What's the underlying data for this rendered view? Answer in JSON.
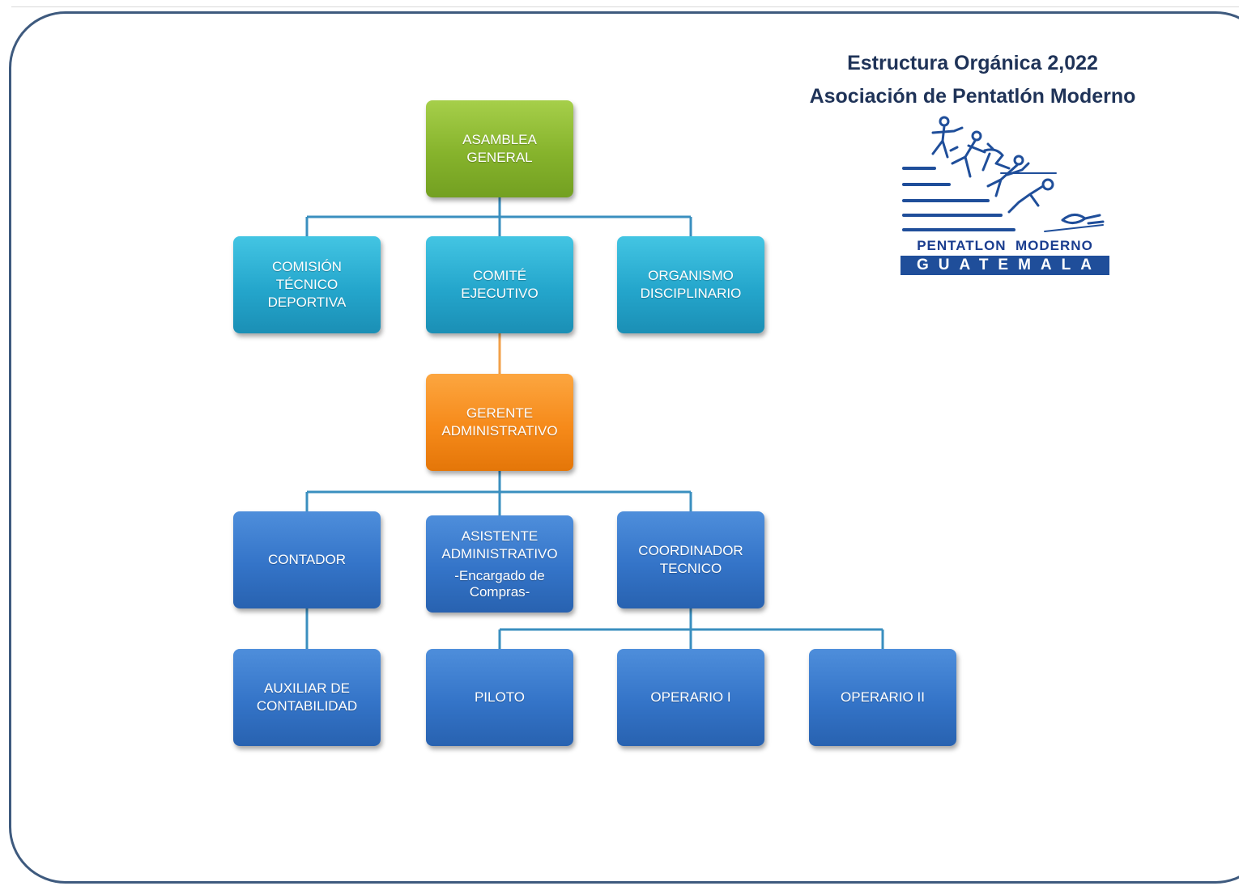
{
  "header": {
    "title_line1": "Estructura Orgánica 2,022",
    "title_line2": "Asociación de Pentatlón Moderno"
  },
  "logo": {
    "icon": "pentathlon-athletes-icon",
    "top_text": "PENTATLON  MODERNO",
    "band_text": "GUATEMALA"
  },
  "colors": {
    "green": "#86b32c",
    "cyan": "#24a6cc",
    "orange": "#f68a1a",
    "blue": "#3474c8",
    "connector": "#3a8fbf",
    "connector_orange": "#f2a04a",
    "title": "#1f3358"
  },
  "org": {
    "asamblea": {
      "line1": "ASAMBLEA",
      "line2": "GENERAL"
    },
    "comision": {
      "line1": "COMISIÓN",
      "line2": "TÉCNICO",
      "line3": "DEPORTIVA"
    },
    "comite": {
      "line1": "COMITÉ EJECUTIVO"
    },
    "organismo": {
      "line1": "ORGANISMO",
      "line2": "DISCIPLINARIO"
    },
    "gerente": {
      "line1": "GERENTE",
      "line2": "ADMINISTRATIVO"
    },
    "contador": {
      "line1": "CONTADOR"
    },
    "asistente": {
      "line1": "ASISTENTE",
      "line2": "ADMINISTRATIVO",
      "sub1": "-Encargado de",
      "sub2": "Compras-"
    },
    "coordinador": {
      "line1": "COORDINADOR",
      "line2": "TECNICO"
    },
    "auxiliar": {
      "line1": "AUXILIAR DE",
      "line2": "CONTABILIDAD"
    },
    "piloto": {
      "line1": "PILOTO"
    },
    "operario1": {
      "line1": "OPERARIO I"
    },
    "operario2": {
      "line1": "OPERARIO II"
    }
  }
}
